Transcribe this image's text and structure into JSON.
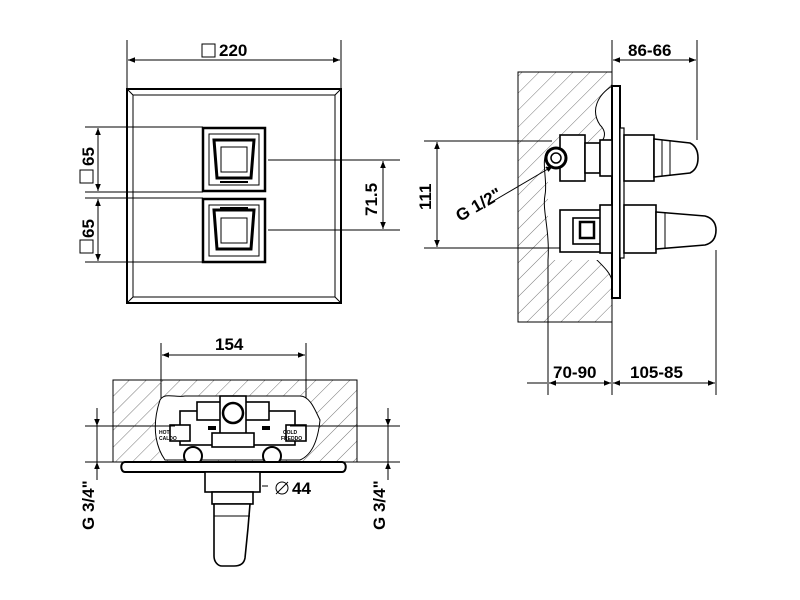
{
  "front_view": {
    "plate_dim": "220",
    "upper_knob_dim": "65",
    "lower_knob_dim": "65",
    "spacing_dim": "71.5"
  },
  "side_view": {
    "height_dim": "111",
    "thread_label": "G 1/2\"",
    "top_range": "86-66",
    "depth_range": "70-90",
    "projection_range": "105-85"
  },
  "top_view": {
    "width_dim": "154",
    "diameter_dim": "44",
    "left_thread": "G 3/4\"",
    "right_thread": "G 3/4\"",
    "hot_label_1": "HOT",
    "hot_label_2": "CALDO",
    "cold_label_1": "COLD",
    "cold_label_2": "FREDDO"
  }
}
